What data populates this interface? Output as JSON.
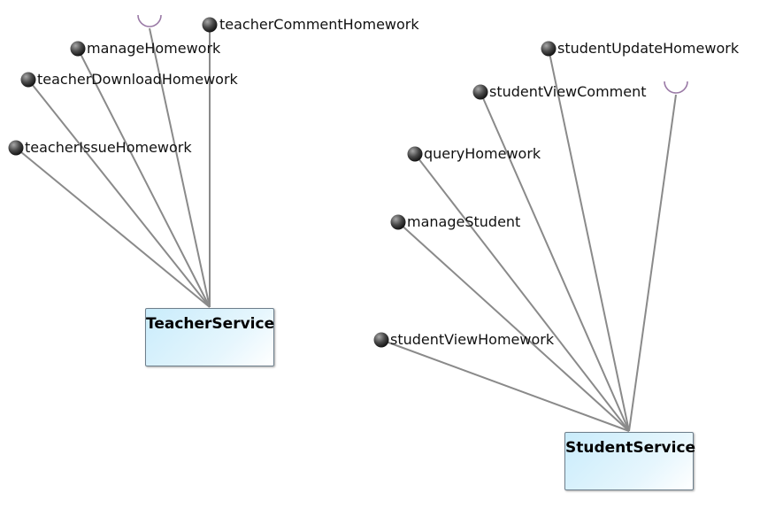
{
  "colors": {
    "connector": "#8a8a8a",
    "socket": "#9a7aa6",
    "ball_light": "#9a9a9a",
    "ball_dark": "#1e1e1e",
    "component_fill": "#cfeefc",
    "component_border": "#6e7f8c"
  },
  "components": [
    {
      "name": "TeacherService",
      "provided": [
        "teacherCommentHomework",
        "manageHomework",
        "teacherDownloadHomework",
        "teacherIssueHomework"
      ],
      "required_sockets": 1
    },
    {
      "name": "StudentService",
      "provided": [
        "studentUpdateHomework",
        "studentViewComment",
        "queryHomework",
        "manageStudent",
        "studentViewHomework"
      ],
      "required_sockets": 1
    }
  ]
}
